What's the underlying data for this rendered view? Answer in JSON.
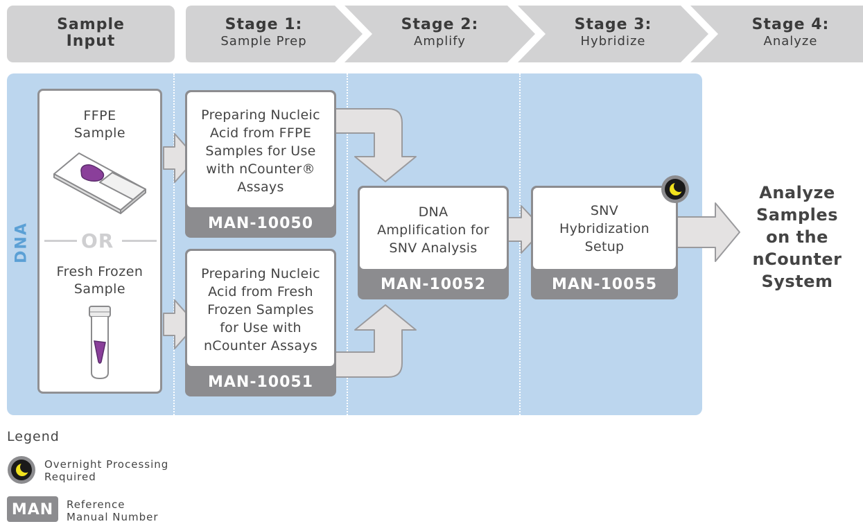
{
  "header": {
    "sample_input": {
      "line1": "Sample",
      "line2": "Input"
    },
    "stages": [
      {
        "title": "Stage 1:",
        "subtitle": "Sample Prep"
      },
      {
        "title": "Stage 2:",
        "subtitle": "Amplify"
      },
      {
        "title": "Stage 3:",
        "subtitle": "Hybridize"
      },
      {
        "title": "Stage 4:",
        "subtitle": "Analyze"
      }
    ]
  },
  "side_label": "DNA",
  "inputs": {
    "ffpe": {
      "line1": "FFPE",
      "line2": "Sample"
    },
    "or_text": "OR",
    "frozen": {
      "line1": "Fresh Frozen",
      "line2": "Sample"
    }
  },
  "steps": [
    {
      "lines": [
        "Preparing Nucleic",
        "Acid from FFPE",
        "Samples for Use",
        "with nCounter® ",
        "Assays"
      ],
      "code": "MAN-10050"
    },
    {
      "lines": [
        "Preparing Nucleic",
        "Acid from Fresh",
        "Frozen Samples",
        "for Use with",
        "nCounter Assays"
      ],
      "code": "MAN-10051"
    },
    {
      "lines": [
        "DNA",
        "Amplification for",
        "SNV Analysis"
      ],
      "code": "MAN-10052"
    },
    {
      "lines": [
        "SNV",
        "Hybridization",
        "Setup"
      ],
      "code": "MAN-10055"
    }
  ],
  "analyze": [
    "Analyze",
    "Samples",
    "on the",
    "nCounter",
    "System"
  ],
  "legend": {
    "title": "Legend",
    "overnight": [
      "Overnight Processing",
      "Required"
    ],
    "man_badge": "MAN",
    "reference": [
      "Reference",
      "Manual Number"
    ]
  },
  "colors": {
    "panel": "#bcd6ee",
    "header": "#d2d2d3",
    "card": "#8c8c8f",
    "arrow": "#e4e2e2",
    "dna_label": "#5ba0d5",
    "moon": "#f1e21e",
    "sample_purple": "#8a3f9a"
  }
}
